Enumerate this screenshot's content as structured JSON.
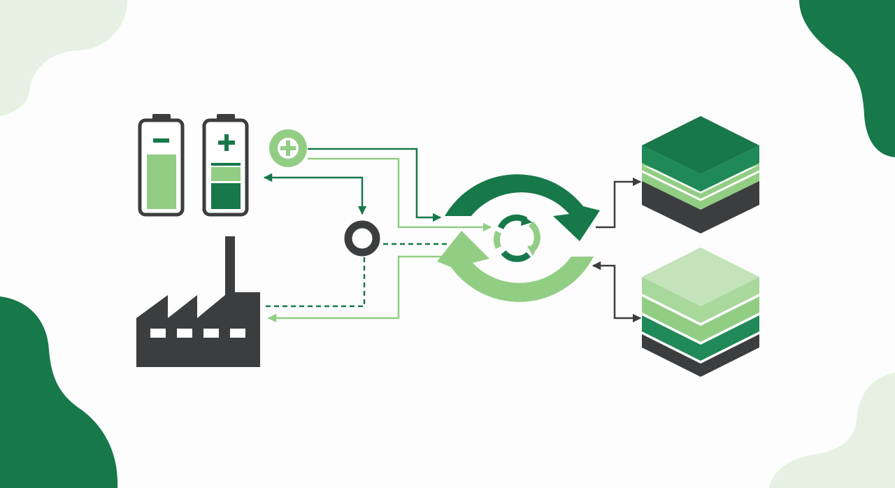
{
  "palette": {
    "dark_green": "#17784a",
    "mid_green": "#1f8a57",
    "light_green": "#92cd84",
    "pale_green": "#c3e3bb",
    "blob_pale": "#e6f1e3",
    "charcoal": "#3b3d3e",
    "white": "#ffffff",
    "background": "#fdfdfd"
  },
  "nodes": [
    {
      "id": "battery-negative",
      "icon": "battery-negative-icon",
      "fill_level": 0.6
    },
    {
      "id": "battery-positive",
      "icon": "battery-positive-icon",
      "fill_level": 0.6
    },
    {
      "id": "plus-token",
      "icon": "plus-circle-icon"
    },
    {
      "id": "junction",
      "icon": "ring-junction-icon"
    },
    {
      "id": "factory",
      "icon": "factory-icon"
    },
    {
      "id": "recycle-cycle",
      "icon": "recycle-cycle-icon"
    },
    {
      "id": "material-stack-top",
      "icon": "layer-stack-icon"
    },
    {
      "id": "material-stack-bottom",
      "icon": "layer-stack-icon"
    }
  ]
}
